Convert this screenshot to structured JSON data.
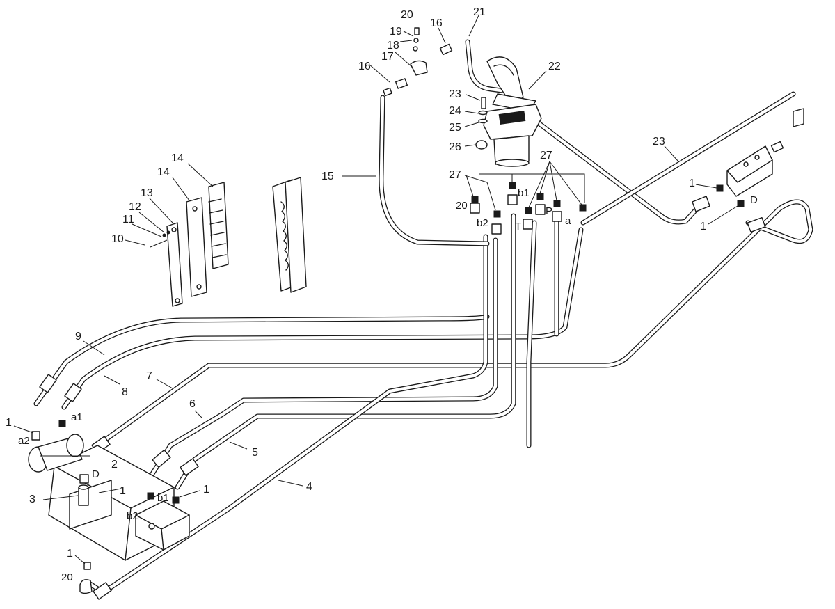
{
  "callouts": [
    {
      "id": "1"
    },
    {
      "id": "2"
    },
    {
      "id": "3"
    },
    {
      "id": "4"
    },
    {
      "id": "5"
    },
    {
      "id": "6"
    },
    {
      "id": "7"
    },
    {
      "id": "8"
    },
    {
      "id": "9"
    },
    {
      "id": "10"
    },
    {
      "id": "11"
    },
    {
      "id": "12"
    },
    {
      "id": "13"
    },
    {
      "id": "14"
    },
    {
      "id": "15"
    },
    {
      "id": "16"
    },
    {
      "id": "17"
    },
    {
      "id": "18"
    },
    {
      "id": "19"
    },
    {
      "id": "20"
    },
    {
      "id": "21"
    },
    {
      "id": "22"
    },
    {
      "id": "23"
    },
    {
      "id": "24"
    },
    {
      "id": "25"
    },
    {
      "id": "26"
    },
    {
      "id": "27"
    }
  ],
  "ports": {
    "a1": "a1",
    "a2": "a2",
    "b1": "b1",
    "b2": "b2",
    "d": "D",
    "t": "T",
    "p": "P",
    "a": "a",
    "twenty": "20"
  }
}
